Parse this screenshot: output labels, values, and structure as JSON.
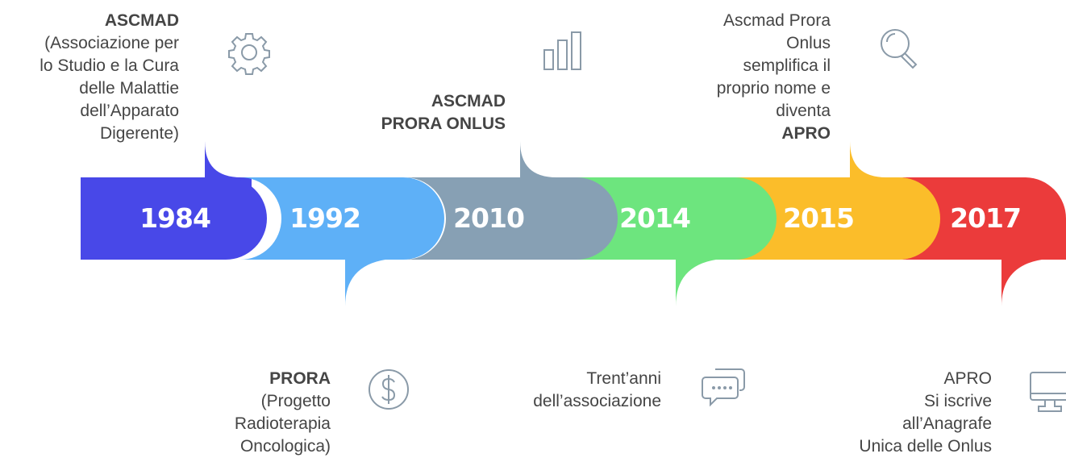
{
  "milestones": [
    {
      "year": "1984",
      "color": "#4848e8",
      "title": "ASCMAD",
      "body": "(Associazione per\nlo Studio e la Cura\ndelle Malattie\ndell’Apparato\nDigerente)",
      "icon": "gear-icon"
    },
    {
      "year": "1992",
      "color": "#5eb0f7",
      "title": "PRORA",
      "body": "(Progetto\nRadioterapia\nOncologica)",
      "icon": "dollar-icon"
    },
    {
      "year": "2010",
      "color": "#87a0b4",
      "title": "ASCMAD\nPRORA ONLUS",
      "body": "",
      "icon": "bar-chart-icon"
    },
    {
      "year": "2014",
      "color": "#6de57e",
      "title": "",
      "body": "Trent’anni\ndell’associazione",
      "icon": "chat-icon"
    },
    {
      "year": "2015",
      "color": "#fbbd2a",
      "title": "APRO",
      "body": "Ascmad Prora\nOnlus\nsemplifica il\nproprio nome e\ndiventa",
      "icon": "search-icon"
    },
    {
      "year": "2017",
      "color": "#eb3b3b",
      "title": "",
      "body": "APRO\nSi iscrive\nall’Anagrafe\nUnica delle Onlus",
      "icon": "monitor-icon"
    }
  ]
}
